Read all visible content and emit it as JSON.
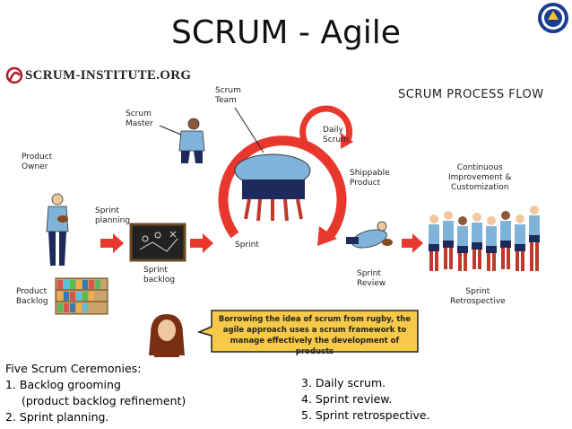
{
  "title": "SCRUM - Agile",
  "logo": {
    "text": "SCRUM-INSTITUTE.ORG",
    "icon": "scrum-institute-logo-icon"
  },
  "flow_title": "SCRUM PROCESS FLOW",
  "labels": {
    "product_owner": [
      "Product",
      "Owner"
    ],
    "scrum_master": [
      "Scrum",
      "Master"
    ],
    "scrum_team": [
      "Scrum",
      "Team"
    ],
    "daily_scrum": [
      "Daily",
      "Scrum"
    ],
    "sprint_planning": [
      "Sprint",
      "planning"
    ],
    "sprint_backlog": [
      "Sprint",
      "backlog"
    ],
    "sprint": "Sprint",
    "shippable_product": [
      "Shippable",
      "Product"
    ],
    "continuous_improvement": [
      "Continuous",
      "Improvement &",
      "Customization"
    ],
    "product_backlog": [
      "Product",
      "Backlog"
    ],
    "sprint_review": [
      "Sprint",
      "Review"
    ],
    "sprint_retrospective": [
      "Sprint",
      "Retrospective"
    ]
  },
  "callout": [
    "Borrowing the idea of scrum from rugby, the",
    "agile approach uses a scrum framework to",
    "manage effectively the development of products"
  ],
  "ceremonies": {
    "heading": "Five Scrum Ceremonies:",
    "item1": "1. Backlog grooming",
    "item1_sub": "(product backlog refinement)",
    "item2": "2. Sprint planning.",
    "item3": "3. Daily scrum.",
    "item4": "4. Sprint review.",
    "item5": "5. Sprint retrospective."
  },
  "colors": {
    "arrow_red": "#e8382e",
    "shirt_blue": "#7fb3d9",
    "shorts_navy": "#1f2a5c",
    "callout_yellow": "#f7c948",
    "seal_blue": "#1a3d8f"
  }
}
